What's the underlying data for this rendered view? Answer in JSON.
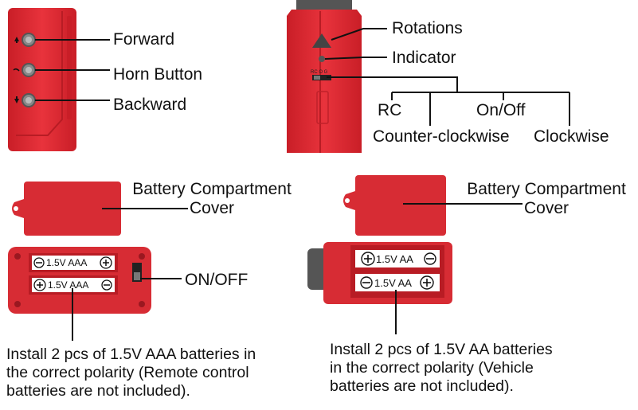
{
  "remote": {
    "labels": {
      "forward": "Forward",
      "horn": "Horn Button",
      "backward": "Backward"
    },
    "cover_label_line1": "Battery Compartment",
    "cover_label_line2": "Cover",
    "switch_label": "ON/OFF",
    "battery_top": "1.5V AAA",
    "battery_bottom": "1.5V AAA",
    "note_lines": [
      "Install 2 pcs of 1.5V AAA batteries in",
      "the correct polarity (Remote control",
      "batteries are not included)."
    ]
  },
  "vehicle": {
    "labels": {
      "rotations": "Rotations",
      "indicator": "Indicator",
      "rc": "RC",
      "onoff": "On/Off",
      "ccw": "Counter-clockwise",
      "cw": "Clockwise"
    },
    "switch_marks": "RC O G",
    "cover_label_line1": "Battery Compartment",
    "cover_label_line2": "Cover",
    "battery_top": "1.5V AA",
    "battery_bottom": "1.5V AA",
    "note_lines": [
      "Install 2 pcs of 1.5V AA batteries",
      "in the correct polarity (Vehicle",
      "batteries are not included)."
    ]
  },
  "colors": {
    "body_red": "#e52b34",
    "dark_red": "#b81c24",
    "line": "#111111"
  }
}
